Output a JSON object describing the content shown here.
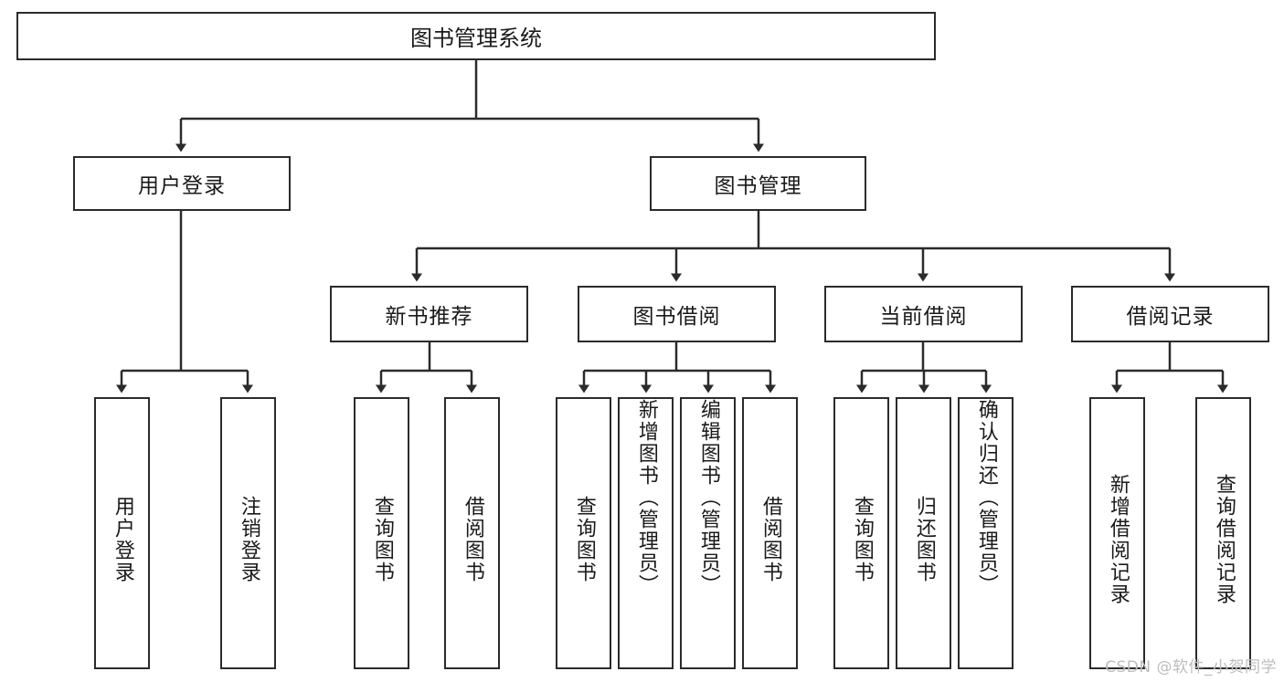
{
  "diagram": {
    "title": "图书管理系统",
    "root": {
      "label": "图书管理系统"
    },
    "level2": [
      {
        "label": "用户登录"
      },
      {
        "label": "图书管理"
      }
    ],
    "level3": [
      {
        "label": "新书推荐"
      },
      {
        "label": "图书借阅"
      },
      {
        "label": "当前借阅"
      },
      {
        "label": "借阅记录"
      }
    ],
    "leaves": [
      {
        "label": "用户登录"
      },
      {
        "label": "注销登录"
      },
      {
        "label": "查询图书"
      },
      {
        "label": "借阅图书"
      },
      {
        "label": "查询图书"
      },
      {
        "label": "新增图书（管理员）"
      },
      {
        "label": "编辑图书（管理员）"
      },
      {
        "label": "借阅图书"
      },
      {
        "label": "查询图书"
      },
      {
        "label": "归还图书"
      },
      {
        "label": "确认归还（管理员）"
      },
      {
        "label": "新增借阅记录"
      },
      {
        "label": "查询借阅记录"
      }
    ]
  },
  "watermark": {
    "text": "CSDN @软件_小贺同学"
  },
  "colors": {
    "stroke": "#2b2b2b",
    "background": "#ffffff",
    "text": "#1a1a1a",
    "watermark": "#bdbdbd"
  }
}
